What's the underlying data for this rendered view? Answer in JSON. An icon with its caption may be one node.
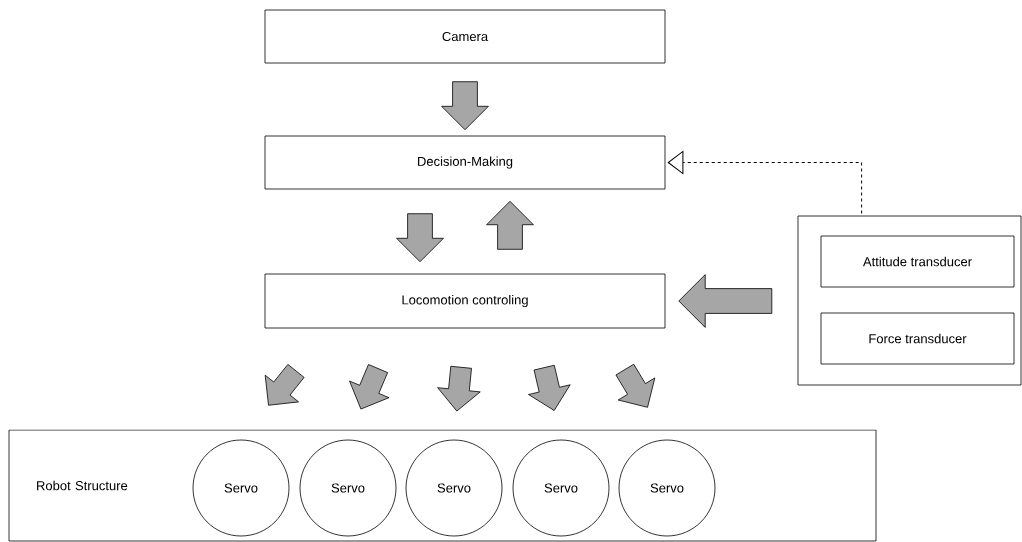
{
  "diagram": {
    "nodes": [
      {
        "text": [
          "Camera"
        ]
      },
      {
        "text": [
          "Decision-Making"
        ]
      },
      {
        "text": [
          "Locomotion controling"
        ]
      },
      {
        "text": [],
        "shape": "box"
      },
      {
        "text": [
          "Attitude transducer"
        ],
        "in": 3
      },
      {
        "text": [
          "Force transducer"
        ],
        "in": 3
      },
      {
        "text": [
          "Robot Structure"
        ]
      },
      {
        "text": [
          "Servo"
        ],
        "in": 6
      },
      {
        "text": [
          "Servo"
        ],
        "in": 6
      },
      {
        "text": [
          "Servo"
        ],
        "in": 6
      },
      {
        "text": [
          "Servo"
        ],
        "in": 6
      },
      {
        "text": [
          "Servo"
        ],
        "in": 6
      }
    ],
    "edges": [
      {
        "from": 0,
        "to": 1,
        "arrow": "to"
      },
      {
        "from": 1,
        "to": 2,
        "arrow": "to"
      },
      {
        "from": 2,
        "to": 1,
        "arrow": "to"
      },
      {
        "from": 3,
        "to": 1,
        "arrow": "to",
        "style": "dashed"
      },
      {
        "from": 3,
        "to": 2,
        "arrow": "to"
      },
      {
        "from": 2,
        "to": 7,
        "arrow": "to"
      },
      {
        "from": 2,
        "to": 8,
        "arrow": "to"
      },
      {
        "from": 2,
        "to": 9,
        "arrow": "to"
      },
      {
        "from": 2,
        "to": 10,
        "arrow": "to"
      },
      {
        "from": 2,
        "to": 11,
        "arrow": "to"
      }
    ]
  }
}
